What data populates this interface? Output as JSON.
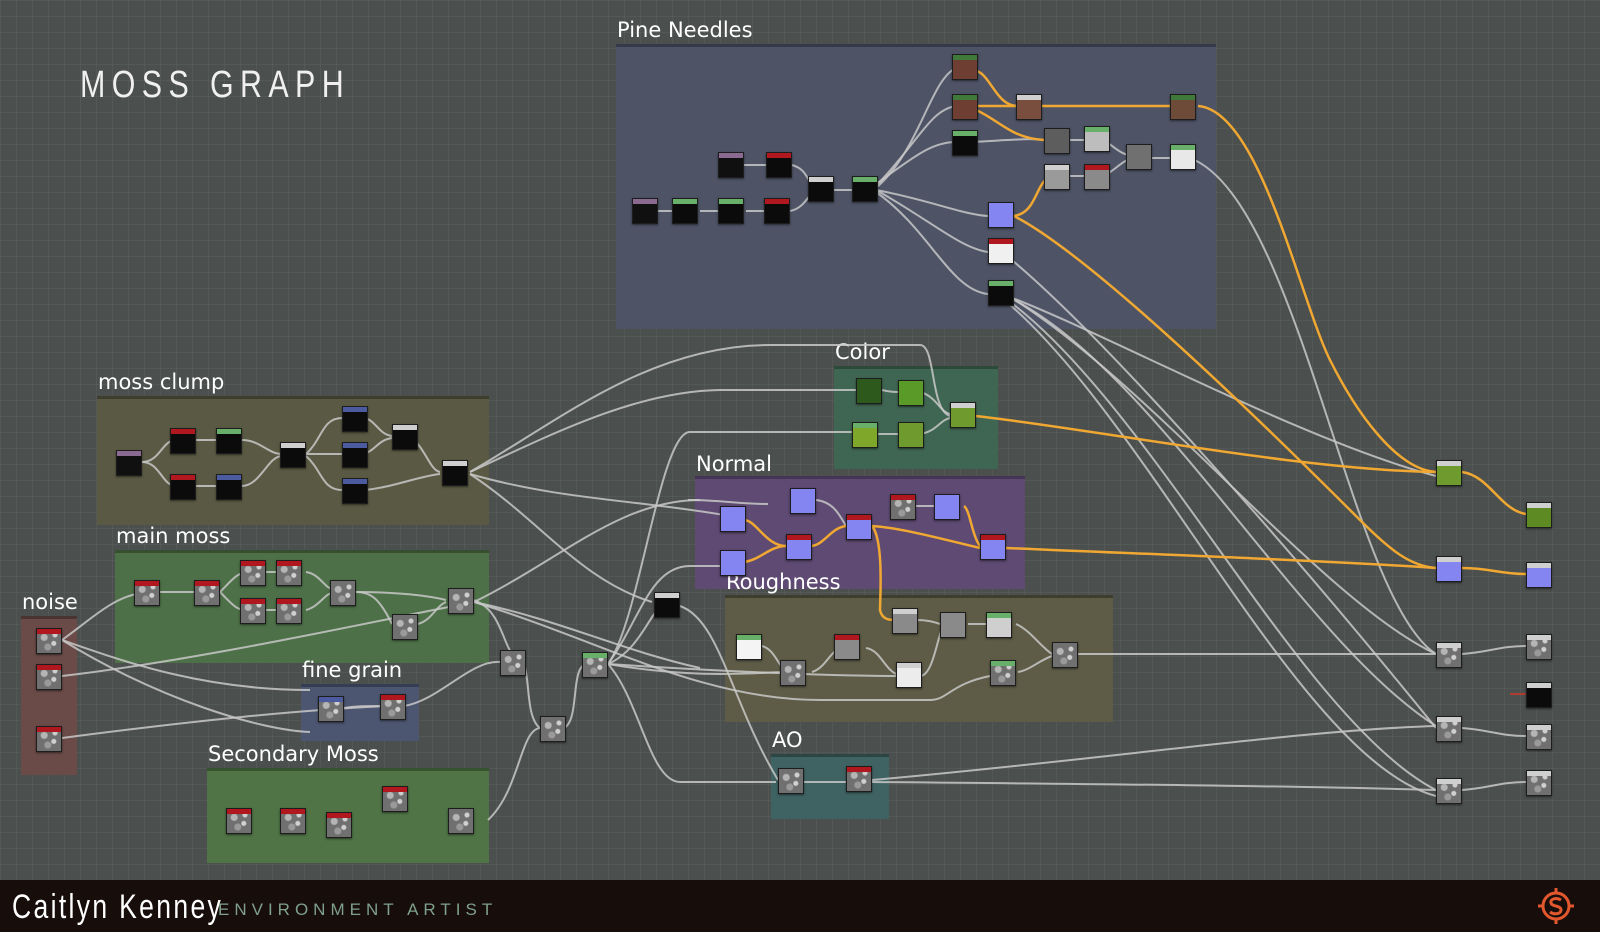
{
  "graph_title": "MOSS GRAPH",
  "frames": [
    {
      "id": "pine-needles",
      "label": "Pine Needles",
      "color": "#4e5466"
    },
    {
      "id": "moss-clump",
      "label": "moss clump",
      "color": "#5a5a44"
    },
    {
      "id": "color",
      "label": "Color",
      "color": "#3f6652"
    },
    {
      "id": "normal",
      "label": "Normal",
      "color": "#5e4a72"
    },
    {
      "id": "main-moss",
      "label": "main moss",
      "color": "#4d7048"
    },
    {
      "id": "noise",
      "label": "noise",
      "color": "#6a4b48"
    },
    {
      "id": "fine-grain",
      "label": "fine grain",
      "color": "#4c5670"
    },
    {
      "id": "roughness",
      "label": "Roughness",
      "color": "#5e5c46"
    },
    {
      "id": "secondary-moss",
      "label": "Secondary Moss",
      "color": "#507446"
    },
    {
      "id": "ao",
      "label": "AO",
      "color": "#3f6262"
    }
  ],
  "node_colors": {
    "grayscale": "#8a8a8a",
    "normal": "#8585f2",
    "green": "#6f9a2e",
    "brown": "#7a4e3e",
    "black": "#0b0b0b",
    "white": "#eeeeee",
    "header_red": "#b0171e",
    "header_green": "#68b06a",
    "header_gray": "#cfcfcf",
    "header_purple": "#8a6a90",
    "header_blue": "#4c5aa0"
  },
  "wire_colors": {
    "gray": "#c8c8c8",
    "orange": "#f0a832"
  },
  "footer": {
    "name": "Caitlyn Kenney",
    "role": "ENVIRONMENT ARTIST",
    "logo_icon": "substance-designer-logo-icon"
  }
}
